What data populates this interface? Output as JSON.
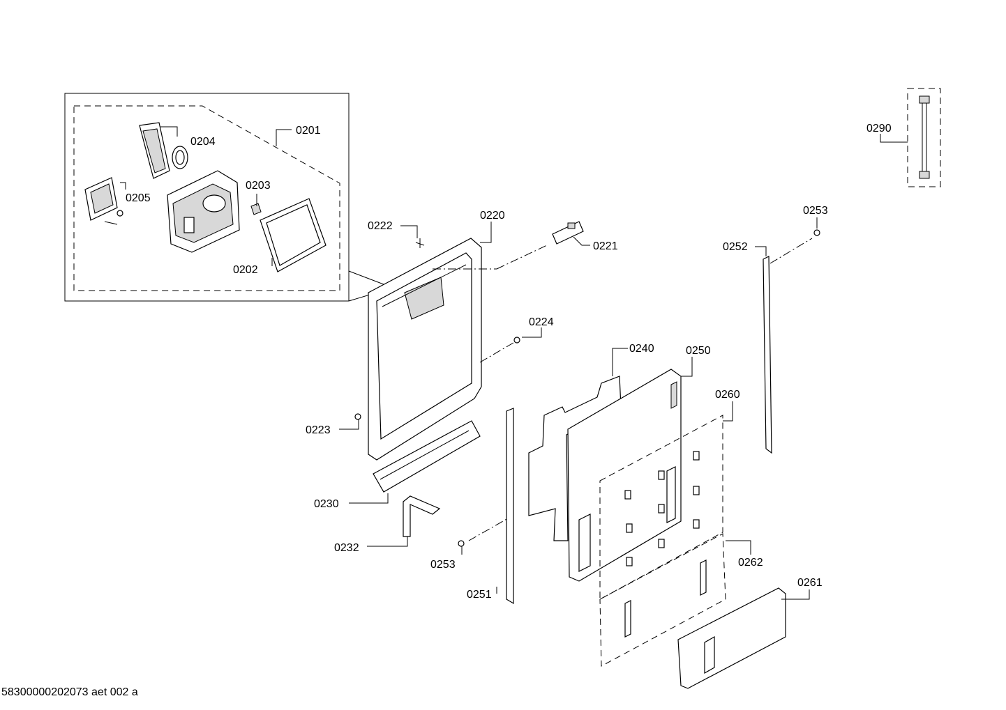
{
  "diagram": {
    "labels": {
      "p0201": "0201",
      "p0202": "0202",
      "p0203": "0203",
      "p0204": "0204",
      "p0205": "0205",
      "p0220": "0220",
      "p0221": "0221",
      "p0222": "0222",
      "p0223": "0223",
      "p0224": "0224",
      "p0230": "0230",
      "p0232": "0232",
      "p0240": "0240",
      "p0250": "0250",
      "p0251": "0251",
      "p0252": "0252",
      "p0253a": "0253",
      "p0253b": "0253",
      "p0260": "0260",
      "p0261": "0261",
      "p0262": "0262",
      "p0290": "0290"
    },
    "footer_code": "58300000202073 aet 002 a"
  }
}
